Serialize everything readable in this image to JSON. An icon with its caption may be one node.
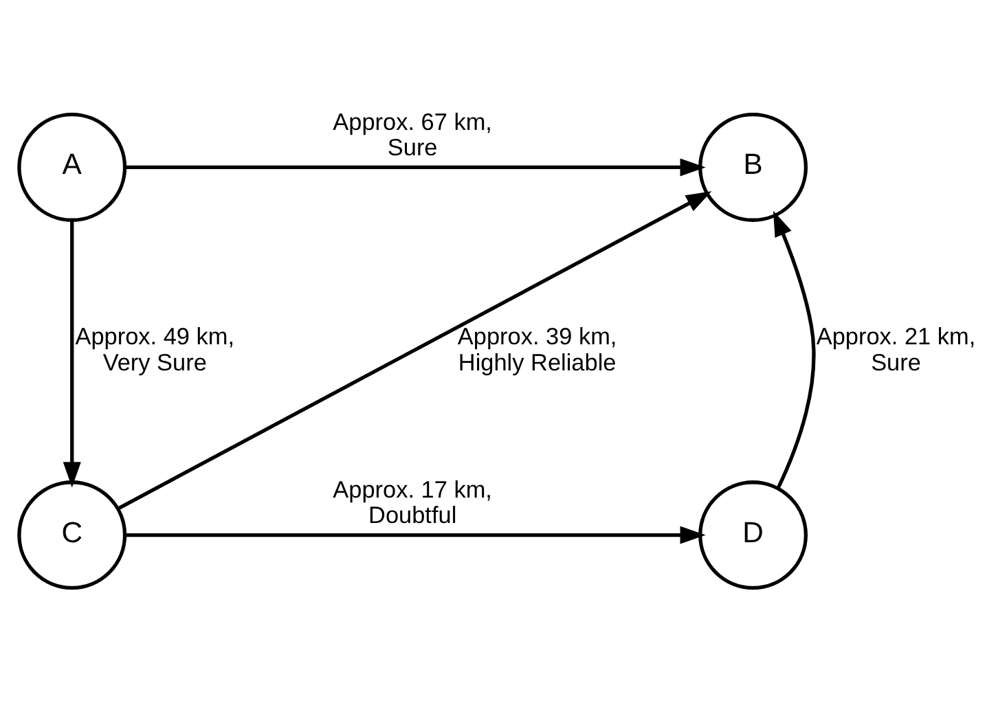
{
  "diagram": {
    "nodes": [
      {
        "text": [
          "A"
        ]
      },
      {
        "text": [
          "B"
        ]
      },
      {
        "text": [
          "C"
        ]
      },
      {
        "text": [
          "D"
        ]
      }
    ],
    "edges": [
      {
        "from": 0,
        "to": 1,
        "arrow": "to",
        "label": "Approx. 67 km, Sure"
      },
      {
        "from": 0,
        "to": 2,
        "arrow": "to",
        "label": "Approx. 49 km, Very Sure"
      },
      {
        "from": 2,
        "to": 1,
        "arrow": "to",
        "label": "Approx. 39 km, Highly Reliable"
      },
      {
        "from": 3,
        "to": 1,
        "arrow": "to",
        "label": "Approx. 21 km, Sure"
      },
      {
        "from": 2,
        "to": 3,
        "arrow": "to",
        "label": "Approx. 17 km, Doubtful"
      }
    ]
  }
}
